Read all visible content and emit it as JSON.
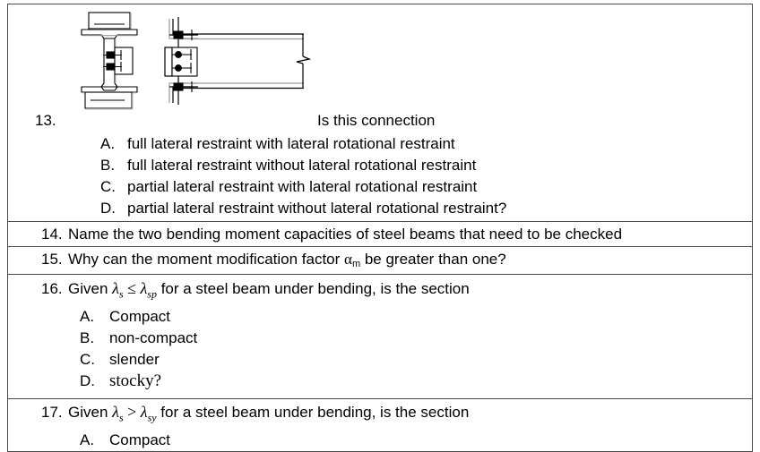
{
  "document": {
    "type": "exam-question-table",
    "questions": [
      {
        "number": "13.",
        "stem": "Is this connection",
        "figure": {
          "name": "bolted-beam-connection-diagram",
          "views": [
            "cross-section-end-view",
            "side-elevation-view"
          ],
          "description": "Steel beam bolted web cleat connection"
        },
        "options": [
          {
            "label": "A.",
            "text": "full lateral restraint with lateral rotational restraint"
          },
          {
            "label": "B.",
            "text": "full lateral restraint without lateral rotational restraint"
          },
          {
            "label": "C.",
            "text": "partial lateral restraint with lateral rotational restraint"
          },
          {
            "label": "D.",
            "text": "partial lateral restraint without lateral rotational restraint?"
          }
        ]
      },
      {
        "number": "14.",
        "stem": "Name the two bending moment capacities of steel beams that need to be checked",
        "options": []
      },
      {
        "number": "15.",
        "stem_before": "Why can the moment modification factor ",
        "symbol": "α",
        "symbol_sub": "m",
        "stem_after": " be greater than one?",
        "options": []
      },
      {
        "number": "16.",
        "stem_before": "Given ",
        "lambda_left": "λ",
        "lambda_left_sub": "s",
        "operator": "≤",
        "lambda_right": "λ",
        "lambda_right_sub": "sp",
        "stem_after": " for a steel beam under bending, is the section",
        "options": [
          {
            "label": "A.",
            "text": "Compact"
          },
          {
            "label": "B.",
            "text": "non-compact"
          },
          {
            "label": "C.",
            "text": "slender"
          },
          {
            "label": "D.",
            "text": "stocky?"
          }
        ]
      },
      {
        "number": "17.",
        "stem_before": "Given ",
        "lambda_left": "λ",
        "lambda_left_sub": "s",
        "operator": ">",
        "lambda_right": "λ",
        "lambda_right_sub": "sy",
        "stem_after": " for a steel beam under bending, is the section",
        "options": [
          {
            "label": "A.",
            "text": "Compact"
          }
        ]
      }
    ]
  },
  "colors": {
    "border": "#4a4a4a",
    "text": "#000000",
    "background": "#ffffff",
    "diagram_line": "#000000",
    "diagram_shadow": "#9a9a9a"
  }
}
